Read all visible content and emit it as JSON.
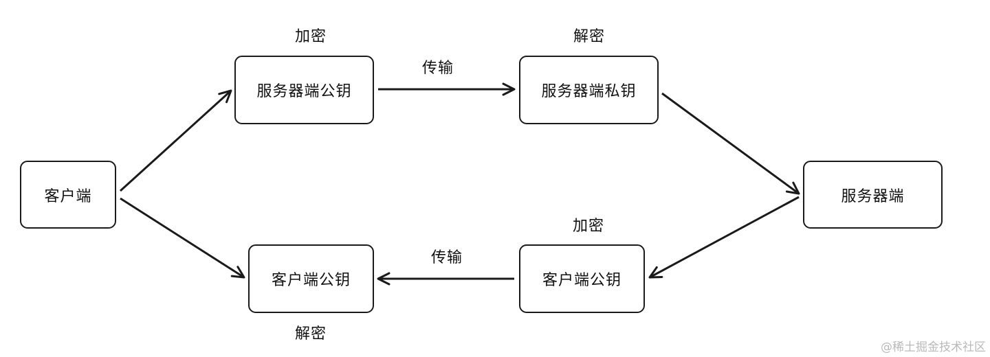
{
  "nodes": {
    "client": "客户端",
    "server_public_key": "服务器端公钥",
    "server_private_key": "服务器端私钥",
    "server": "服务器端",
    "client_public_key_left": "客户端公钥",
    "client_public_key_right": "客户端公钥"
  },
  "labels": {
    "encrypt_top": "加密",
    "decrypt_top": "解密",
    "transmit_top": "传输",
    "encrypt_bottom": "加密",
    "transmit_bottom": "传输",
    "decrypt_bottom": "解密"
  },
  "watermark": "@稀土掘金技术社区",
  "colors": {
    "stroke": "#1a1a1a",
    "watermark": "#b9b9b9"
  }
}
